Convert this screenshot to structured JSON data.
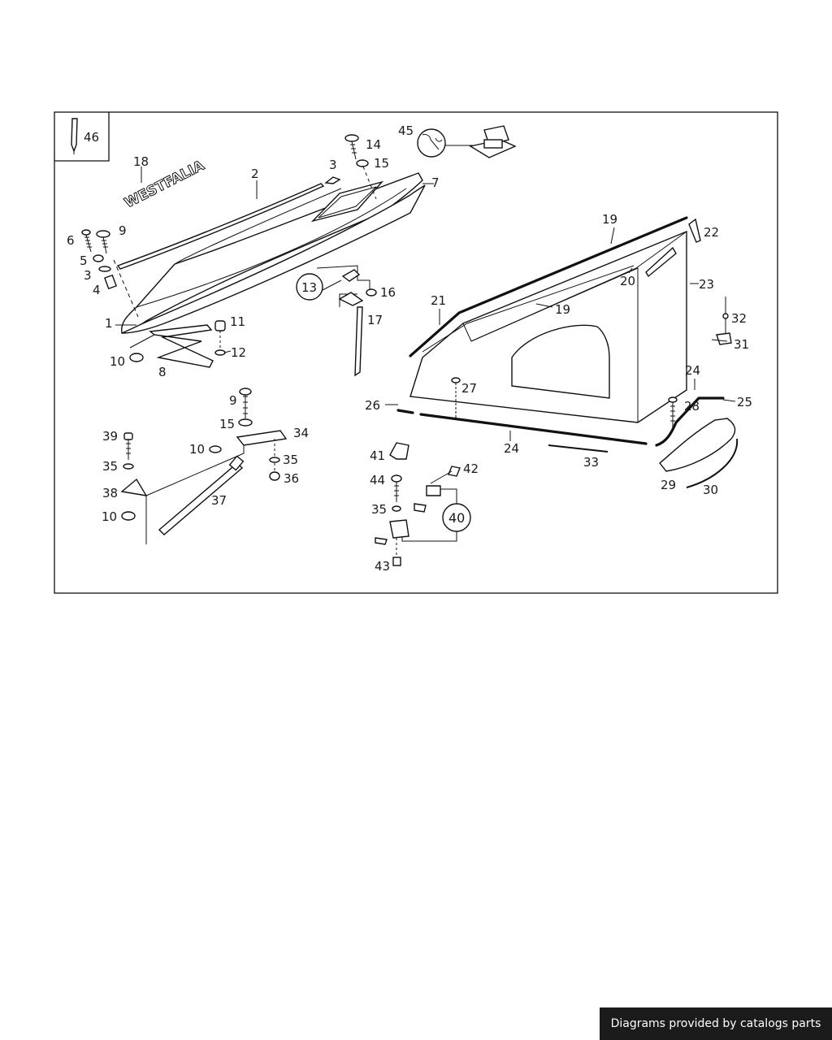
{
  "logo_text": "WESTFALIA",
  "footer_text": "Diagrams provided by catalogs parts",
  "callouts": [
    "46",
    "18",
    "2",
    "3",
    "14",
    "15",
    "45",
    "7",
    "6",
    "9",
    "5",
    "3",
    "4",
    "1",
    "11",
    "10",
    "12",
    "8",
    "13",
    "16",
    "17",
    "19",
    "22",
    "20",
    "23",
    "21",
    "19",
    "32",
    "31",
    "27",
    "24",
    "26",
    "28",
    "25",
    "24",
    "33",
    "29",
    "30",
    "9",
    "15",
    "34",
    "10",
    "35",
    "36",
    "39",
    "35",
    "38",
    "37",
    "10",
    "41",
    "42",
    "44",
    "35",
    "40",
    "43"
  ],
  "colors": {
    "line": "#111111",
    "background": "#ffffff",
    "footer_bg": "#1b1b1b",
    "footer_text": "#ffffff"
  }
}
